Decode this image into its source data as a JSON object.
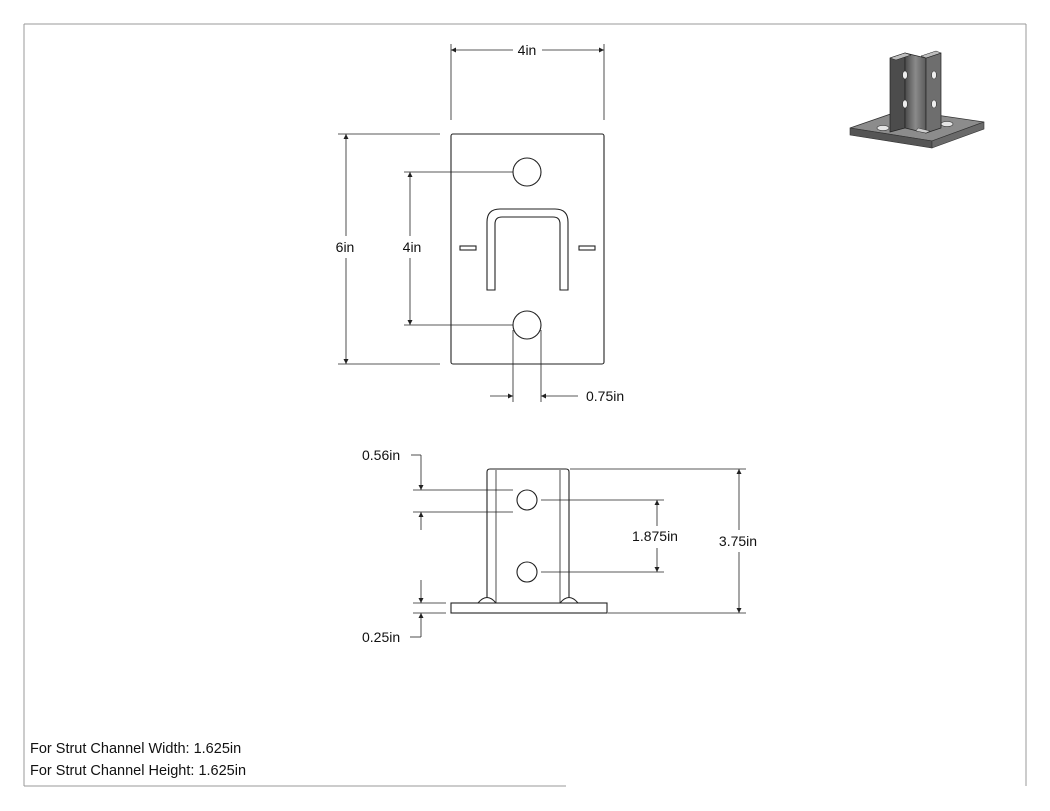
{
  "drawing": {
    "dimensions": {
      "plate_width": "4in",
      "plate_height": "6in",
      "hole_spacing": "4in",
      "hole_diameter": "0.75in",
      "top_hole_offset": "0.56in",
      "side_hole_spacing": "1.875in",
      "overall_height": "3.75in",
      "plate_thickness": "0.25in"
    },
    "notes": {
      "channel_width": "For Strut Channel Width: 1.625in",
      "channel_height": "For Strut Channel Height: 1.625in"
    }
  }
}
